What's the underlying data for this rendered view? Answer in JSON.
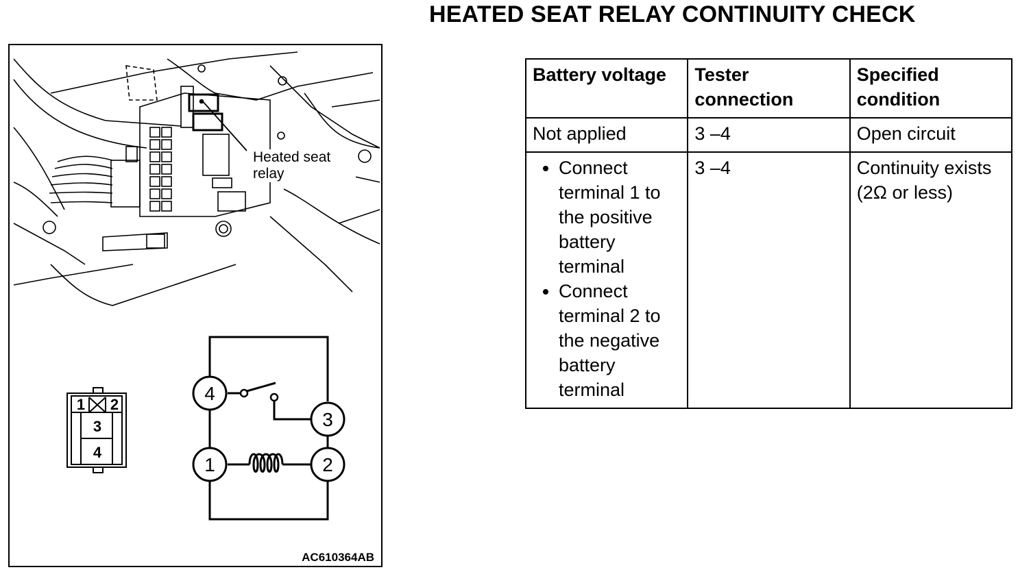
{
  "title": "HEATED SEAT RELAY CONTINUITY CHECK",
  "figure": {
    "callout": "Heated seat relay",
    "code": "AC610364AB",
    "connector_terminals": [
      "1",
      "2",
      "3",
      "4"
    ],
    "circuit_terminals": [
      "4",
      "3",
      "1",
      "2"
    ]
  },
  "table": {
    "headers": [
      "Battery voltage",
      "Tester connection",
      "Specified condition"
    ],
    "rows": [
      {
        "battery": "Not applied",
        "tester": "3 –4",
        "condition": "Open circuit"
      },
      {
        "battery_steps": [
          "Connect terminal 1 to the positive battery terminal",
          "Connect terminal 2 to the negative battery terminal"
        ],
        "tester": "3 –4",
        "condition": "Continuity exists (2Ω or less)"
      }
    ]
  }
}
